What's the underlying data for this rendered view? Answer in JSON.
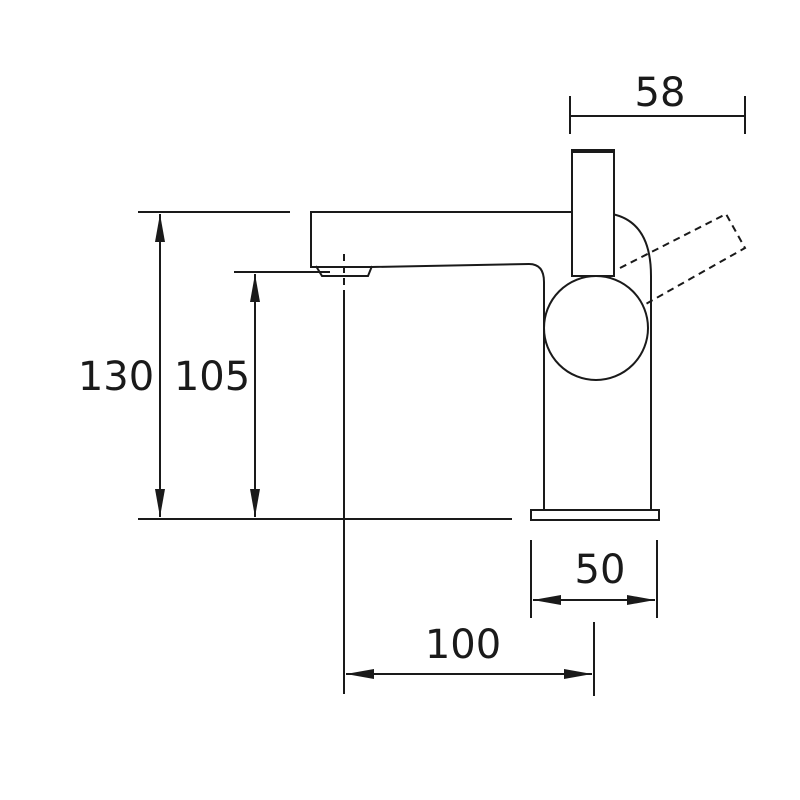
{
  "dimensions": {
    "handle_width": "58",
    "total_height": "130",
    "spout_height": "105",
    "base_width": "50",
    "spout_reach": "100"
  }
}
